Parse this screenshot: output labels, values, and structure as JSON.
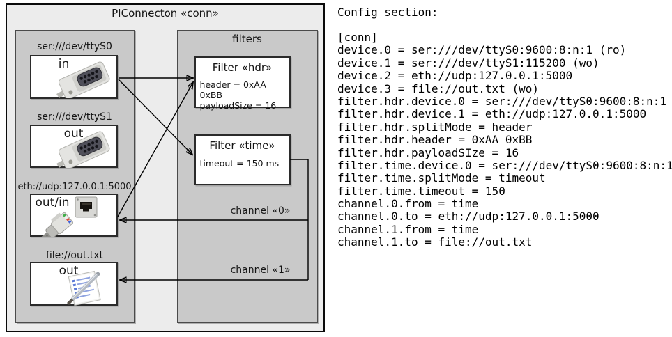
{
  "diagram": {
    "title": "PIConnecton «conn»",
    "devices_panel": {
      "devices": [
        {
          "label": "ser:///dev/ttyS0",
          "port": "in",
          "icon": "serial-connector"
        },
        {
          "label": "ser:///dev/ttyS1",
          "port": "out",
          "icon": "serial-connector"
        },
        {
          "label": "eth://udp:127.0.0.1:5000",
          "port": "out/in",
          "icon": "ethernet-connector"
        },
        {
          "label": "file://out.txt",
          "port": "out",
          "icon": "notepad-pen"
        }
      ]
    },
    "filters_panel": {
      "title": "filters",
      "filters": [
        {
          "title": "Filter «hdr»",
          "attributes": [
            "header = 0xAA 0xBB",
            "payloadSize = 16"
          ]
        },
        {
          "title": "Filter «time»",
          "attributes": [
            "timeout = 150 ms"
          ]
        }
      ]
    },
    "channels": [
      {
        "label": "channel «0»"
      },
      {
        "label": "channel «1»"
      }
    ]
  },
  "config": {
    "heading": "Config section:",
    "lines": [
      "[conn]",
      "device.0 = ser:///dev/ttyS0:9600:8:n:1 (ro)",
      "device.1 = ser:///dev/ttyS1:115200 (wo)",
      "device.2 = eth://udp:127.0.0.1:5000",
      "device.3 = file://out.txt (wo)",
      "filter.hdr.device.0 = ser:///dev/ttyS0:9600:8:n:1",
      "filter.hdr.device.1 = eth://udp:127.0.0.1:5000",
      "filter.hdr.splitMode = header",
      "filter.hdr.header = 0xAA 0xBB",
      "filter.hdr.payloadSIze = 16",
      "filter.time.device.0 = ser:///dev/ttyS0:9600:8:n:1",
      "filter.time.splitMode = timeout",
      "filter.time.timeout = 150",
      "channel.0.from = time",
      "channel.0.to = eth://udp:127.0.0.1:5000",
      "channel.1.from = time",
      "channel.1.to = file://out.txt"
    ]
  },
  "colors": {
    "outer_bg": "#ececec",
    "panel_bg": "#c9c9c9",
    "box_bg": "#ffffff",
    "line": "#000000"
  }
}
